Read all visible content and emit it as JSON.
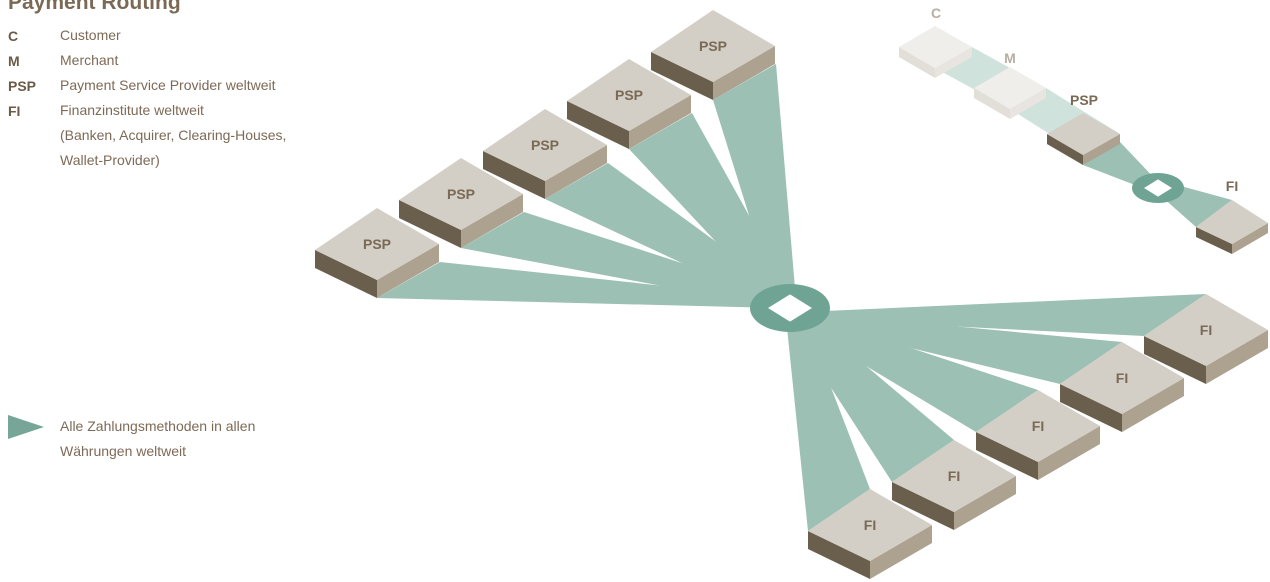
{
  "title": "Payment Routing",
  "legend": [
    {
      "key": "C",
      "description": "Customer"
    },
    {
      "key": "M",
      "description": "Merchant"
    },
    {
      "key": "PSP",
      "description": "Payment Service Provider weltweit"
    },
    {
      "key": "FI",
      "description": "Finanzinstitute weltweit",
      "extra": [
        "(Banken, Acquirer, Clearing-Houses,",
        "Wallet-Provider)"
      ]
    }
  ],
  "note": [
    "Alle Zahlungsmethoden in allen",
    "Währungen weltweit"
  ],
  "labels": {
    "psp": "PSP",
    "fi": "FI",
    "c": "C",
    "m": "M"
  },
  "colors": {
    "flow": "#9cc0b3",
    "flow_light": "#cfe2dc",
    "hub": "#6fa495",
    "box_top": "#d3cec6",
    "box_left": "#6a5e4c",
    "box_right": "#aca28f",
    "text": "#7a6a55"
  }
}
